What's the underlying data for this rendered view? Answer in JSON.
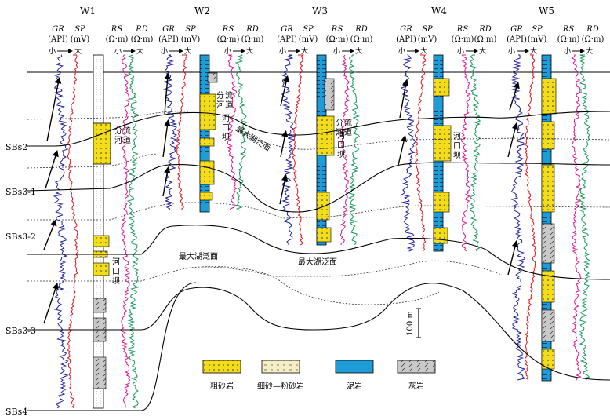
{
  "wells": [
    {
      "name": "W1",
      "log_labels": {
        "gr": "GR",
        "sp": "SP",
        "gr_unit": "(API)",
        "sp_unit": "(mV)",
        "rs": "RS",
        "rd": "RD",
        "rs_unit": "(Ω·m)",
        "rd_unit": "(Ω·m)"
      }
    },
    {
      "name": "W2",
      "log_labels": {
        "gr": "GR",
        "sp": "SP",
        "gr_unit": "(API)",
        "sp_unit": "(mV)",
        "rs": "RS",
        "rd": "RD",
        "rs_unit": "(Ω·m)",
        "rd_unit": "(Ω·m)"
      }
    },
    {
      "name": "W3",
      "log_labels": {
        "gr": "GR",
        "sp": "SP",
        "gr_unit": "(API)",
        "sp_unit": "(mV)",
        "rs": "RS",
        "rd": "RD",
        "rs_unit": "(Ω·m)",
        "rd_unit": "(Ω·m)"
      }
    },
    {
      "name": "W4",
      "log_labels": {
        "gr": "GR",
        "sp": "SP",
        "gr_unit": "(API)",
        "sp_unit": "(mV)",
        "rs": "RS",
        "rd": "RD",
        "rs_unit": "(Ω·m)",
        "rd_unit": "(Ω·m)"
      }
    },
    {
      "name": "W5",
      "log_labels": {
        "gr": "GR",
        "sp": "SP",
        "gr_unit": "(API)",
        "sp_unit": "(mV)",
        "rs": "RS",
        "rd": "RD",
        "rs_unit": "(Ω·m)",
        "rd_unit": "(Ω·m)"
      }
    }
  ],
  "scale_small": "小",
  "scale_large": "大",
  "boundaries": [
    "SBs2",
    "SBs3-1",
    "SBs3-2",
    "SBs3-3",
    "SBs4"
  ],
  "annotations": {
    "distributary_channel": "分流河道",
    "mouth_bar": "河口坝",
    "max_flooding": "最大湖泛面"
  },
  "scale_bar": "100 m",
  "legend": [
    {
      "label": "粗砂岩",
      "color": "#f3dd1a"
    },
    {
      "label": "细砂—粉砂岩",
      "color": "#f6efc6"
    },
    {
      "label": "泥岩",
      "color": "#1e9cd7"
    },
    {
      "label": "灰岩",
      "color": "#c9c9c9"
    }
  ],
  "colors": {
    "gr": "#1f1fa0",
    "sp": "#e0141e",
    "rs": "#e0148c",
    "rd": "#159a5a",
    "sand": "#f3dd1a",
    "mud": "#1e9cd7"
  }
}
